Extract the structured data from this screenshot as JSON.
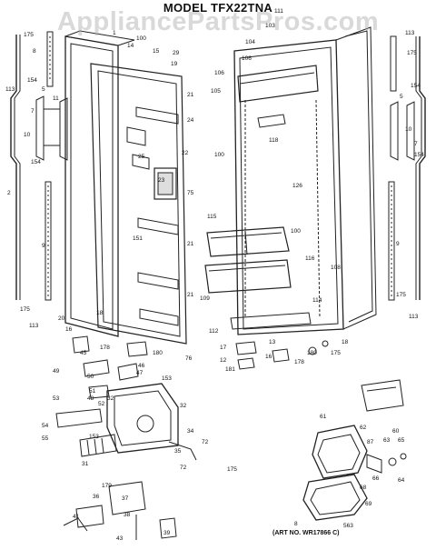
{
  "title": "MODEL TFX22TNA",
  "watermark": "AppliancePartsPros.com",
  "art_number": "(ART NO. WR17866 C)",
  "part_labels": [
    {
      "id": "l1",
      "text": "175"
    },
    {
      "id": "l2",
      "text": "8"
    },
    {
      "id": "l3",
      "text": "113"
    },
    {
      "id": "l4",
      "text": "154"
    },
    {
      "id": "l5",
      "text": "11"
    },
    {
      "id": "l6",
      "text": "5"
    },
    {
      "id": "l7",
      "text": "10"
    },
    {
      "id": "l8",
      "text": "7"
    },
    {
      "id": "l9",
      "text": "154"
    },
    {
      "id": "l10",
      "text": "2"
    },
    {
      "id": "l11",
      "text": "9"
    },
    {
      "id": "l12",
      "text": "175"
    },
    {
      "id": "l13",
      "text": "113"
    },
    {
      "id": "l14",
      "text": "100"
    },
    {
      "id": "l15",
      "text": "1"
    },
    {
      "id": "l16",
      "text": "14"
    },
    {
      "id": "l17",
      "text": "15"
    },
    {
      "id": "l18",
      "text": "19"
    },
    {
      "id": "l19",
      "text": "29"
    },
    {
      "id": "l20",
      "text": "21"
    },
    {
      "id": "l21",
      "text": "24"
    },
    {
      "id": "l22",
      "text": "25"
    },
    {
      "id": "l23",
      "text": "22"
    },
    {
      "id": "l24",
      "text": "23"
    },
    {
      "id": "l25",
      "text": "75"
    },
    {
      "id": "l26",
      "text": "151"
    },
    {
      "id": "l27",
      "text": "21"
    },
    {
      "id": "l28",
      "text": "21"
    },
    {
      "id": "l29",
      "text": "20"
    },
    {
      "id": "l30",
      "text": "16"
    },
    {
      "id": "l31",
      "text": "18"
    },
    {
      "id": "l32",
      "text": "178"
    },
    {
      "id": "l33",
      "text": "180"
    },
    {
      "id": "l34",
      "text": "76"
    },
    {
      "id": "l35",
      "text": "111"
    },
    {
      "id": "l36",
      "text": "103"
    },
    {
      "id": "l37",
      "text": "104"
    },
    {
      "id": "l38",
      "text": "106"
    },
    {
      "id": "l39",
      "text": "106"
    },
    {
      "id": "l40",
      "text": "105"
    },
    {
      "id": "l41",
      "text": "118"
    },
    {
      "id": "l42",
      "text": "100"
    },
    {
      "id": "l43",
      "text": "126"
    },
    {
      "id": "l44",
      "text": "115"
    },
    {
      "id": "l45",
      "text": "100"
    },
    {
      "id": "l46",
      "text": "116"
    },
    {
      "id": "l47",
      "text": "108"
    },
    {
      "id": "l48",
      "text": "109"
    },
    {
      "id": "l49",
      "text": "114"
    },
    {
      "id": "l50",
      "text": "112"
    },
    {
      "id": "l51",
      "text": "17"
    },
    {
      "id": "l52",
      "text": "13"
    },
    {
      "id": "l53",
      "text": "12"
    },
    {
      "id": "l54",
      "text": "16"
    },
    {
      "id": "l55",
      "text": "181"
    },
    {
      "id": "l56",
      "text": "178"
    },
    {
      "id": "l57",
      "text": "180"
    },
    {
      "id": "l58",
      "text": "175"
    },
    {
      "id": "l59",
      "text": "18"
    },
    {
      "id": "l60",
      "text": "113"
    },
    {
      "id": "l61",
      "text": "175"
    },
    {
      "id": "l62",
      "text": "5"
    },
    {
      "id": "l63",
      "text": "154"
    },
    {
      "id": "l64",
      "text": "10"
    },
    {
      "id": "l65",
      "text": "7"
    },
    {
      "id": "l66",
      "text": "154"
    },
    {
      "id": "l67",
      "text": "9"
    },
    {
      "id": "l68",
      "text": "175"
    },
    {
      "id": "l69",
      "text": "113"
    },
    {
      "id": "l70",
      "text": "45"
    },
    {
      "id": "l71",
      "text": "49"
    },
    {
      "id": "l72",
      "text": "50"
    },
    {
      "id": "l73",
      "text": "51"
    },
    {
      "id": "l74",
      "text": "46"
    },
    {
      "id": "l75",
      "text": "47"
    },
    {
      "id": "l76",
      "text": "153"
    },
    {
      "id": "l77",
      "text": "48"
    },
    {
      "id": "l78",
      "text": "53"
    },
    {
      "id": "l79",
      "text": "32"
    },
    {
      "id": "l80",
      "text": "52"
    },
    {
      "id": "l81",
      "text": "32"
    },
    {
      "id": "l82",
      "text": "54"
    },
    {
      "id": "l83",
      "text": "55"
    },
    {
      "id": "l84",
      "text": "153"
    },
    {
      "id": "l85",
      "text": "34"
    },
    {
      "id": "l86",
      "text": "35"
    },
    {
      "id": "l87",
      "text": "31"
    },
    {
      "id": "l88",
      "text": "72"
    },
    {
      "id": "l89",
      "text": "72"
    },
    {
      "id": "l90",
      "text": "175"
    },
    {
      "id": "l91",
      "text": "179"
    },
    {
      "id": "l92",
      "text": "36"
    },
    {
      "id": "l93",
      "text": "41"
    },
    {
      "id": "l94",
      "text": "37"
    },
    {
      "id": "l95",
      "text": "38"
    },
    {
      "id": "l96",
      "text": "39"
    },
    {
      "id": "l97",
      "text": "43"
    },
    {
      "id": "l98",
      "text": "61"
    },
    {
      "id": "l99",
      "text": "62"
    },
    {
      "id": "l100",
      "text": "60"
    },
    {
      "id": "l101",
      "text": "87"
    },
    {
      "id": "l102",
      "text": "63"
    },
    {
      "id": "l103",
      "text": "65"
    },
    {
      "id": "l104",
      "text": "64"
    },
    {
      "id": "l105",
      "text": "66"
    },
    {
      "id": "l106",
      "text": "68"
    },
    {
      "id": "l107",
      "text": "69"
    },
    {
      "id": "l108",
      "text": "8"
    },
    {
      "id": "l109",
      "text": "563"
    }
  ]
}
